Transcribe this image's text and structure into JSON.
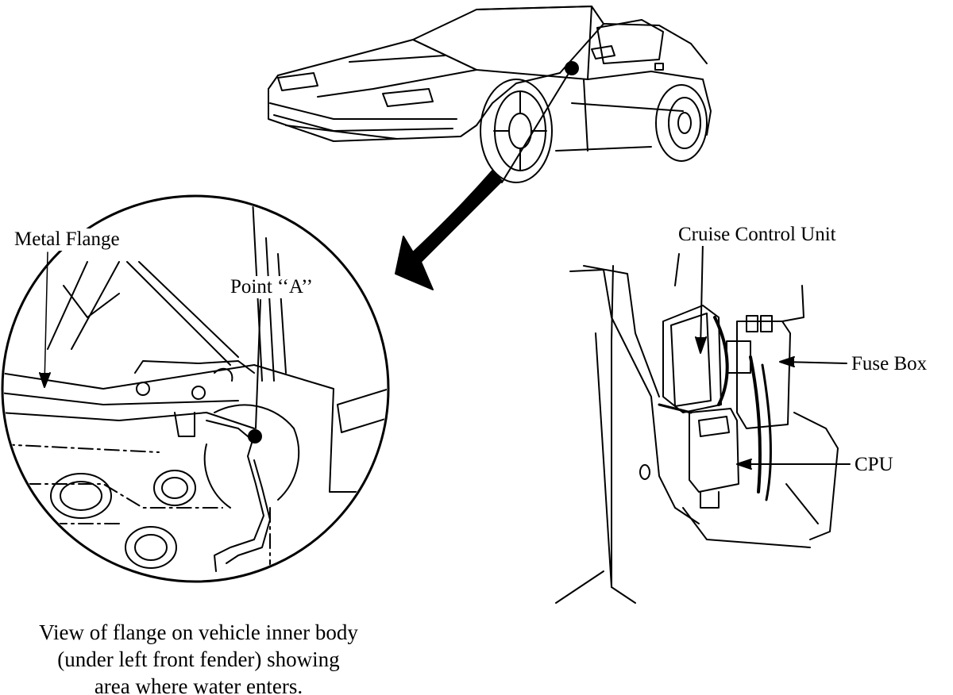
{
  "labels": {
    "metal_flange": "Metal Flange",
    "point_a": "Point ‘‘A’’",
    "cruise_control_unit": "Cruise Control Unit",
    "fuse_box": "Fuse Box",
    "cpu": "CPU"
  },
  "caption": {
    "line1": "View of flange on vehicle inner body",
    "line2": "(under left front fender) showing",
    "line3": "area where water enters."
  },
  "colors": {
    "ink": "#000000",
    "paper": "#ffffff"
  }
}
